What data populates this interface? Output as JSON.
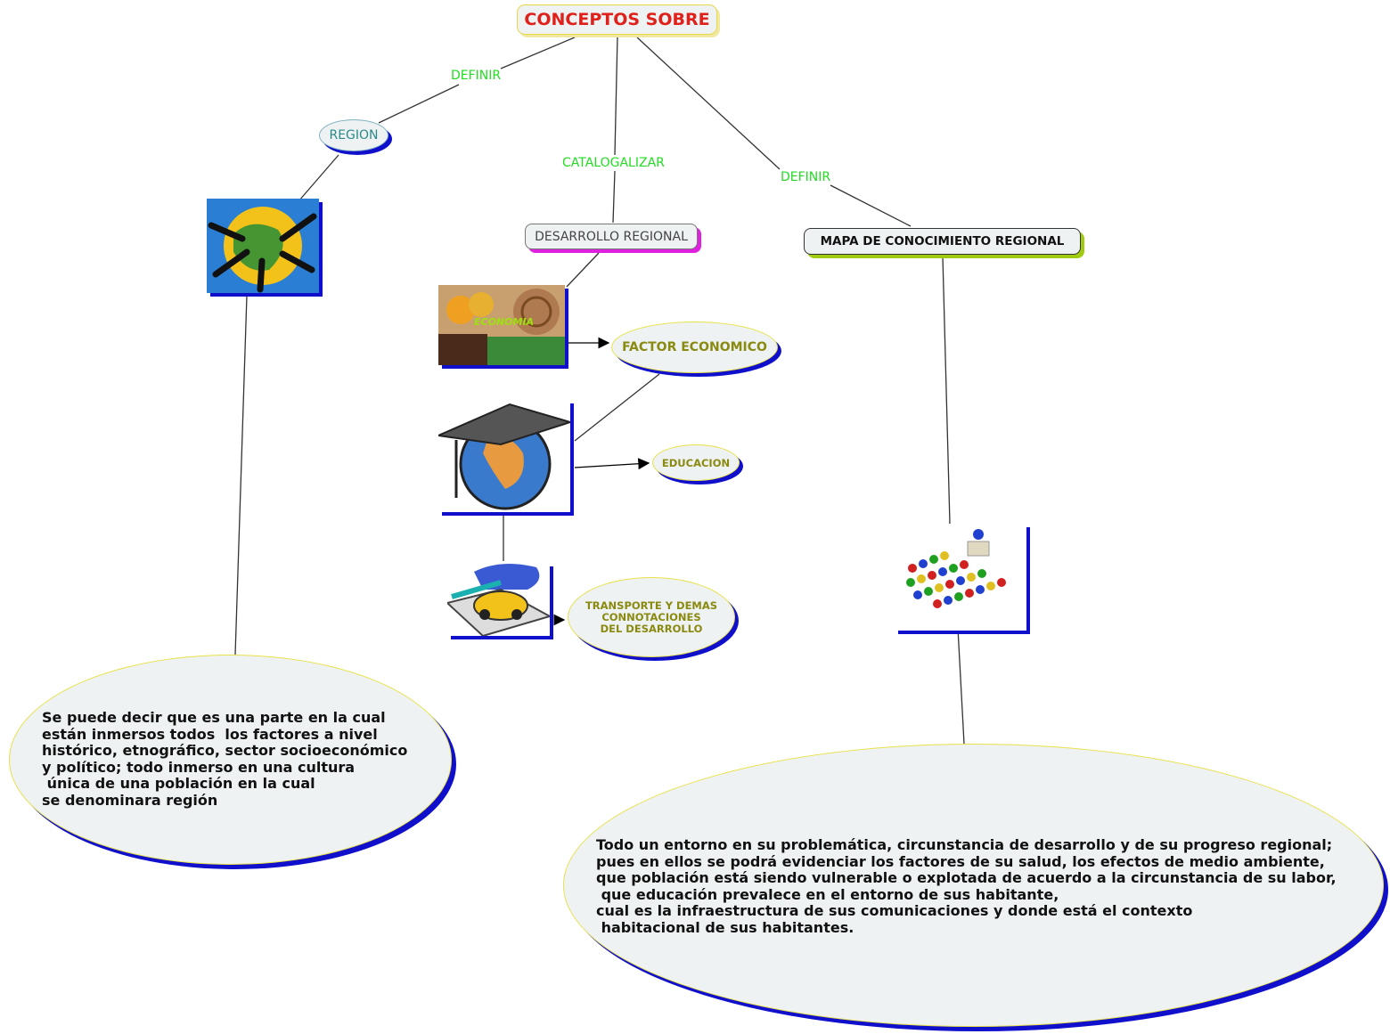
{
  "colors": {
    "title_red": "#e0201a",
    "link_label_green": "#22dd22",
    "shadow_blue": "#1010cc",
    "shadow_magenta": "#e020e0",
    "shadow_green": "#9fcc10",
    "node_fill": "#eef2f3",
    "olive_text": "#8a8a10"
  },
  "root": {
    "label": "CONCEPTOS SOBRE"
  },
  "links": {
    "left": "DEFINIR",
    "center": "CATALOGALIZAR",
    "right": "DEFINIR"
  },
  "nodes": {
    "region": "REGION",
    "desarrollo": "DESARROLLO REGIONAL",
    "mapa": "MAPA DE CONOCIMIENTO REGIONAL",
    "factor": "FACTOR ECONOMICO",
    "educacion": "EDUCACION",
    "transporte": "TRANSPORTE Y DEMAS\nCONNOTACIONES\nDEL DESARROLLO"
  },
  "images": {
    "economia_label": "ECONOMIA",
    "globe_hands": "globe-hands-image",
    "economia": "economy-collage-image",
    "graduation": "graduation-globe-image",
    "car": "car-road-image",
    "people": "people-pawns-image"
  },
  "descriptions": {
    "region": "Se puede decir que es una parte en la cual\nestán inmersos todos  los factores a nivel\nhistórico, etnográfico, sector socioeconómico\ny político; todo inmerso en una cultura\n única de una población en la cual\nse denominara región",
    "mapa": "Todo un entorno en su problemática, circunstancia de desarrollo y de su progreso regional;\npues en ellos se podrá evidenciar los factores de su salud, los efectos de medio ambiente,\nque población está siendo vulnerable o explotada de acuerdo a la circunstancia de su labor,\n que educación prevalece en el entorno de sus habitante,\ncual es la infraestructura de sus comunicaciones y donde está el contexto\n habitacional de sus habitantes."
  }
}
